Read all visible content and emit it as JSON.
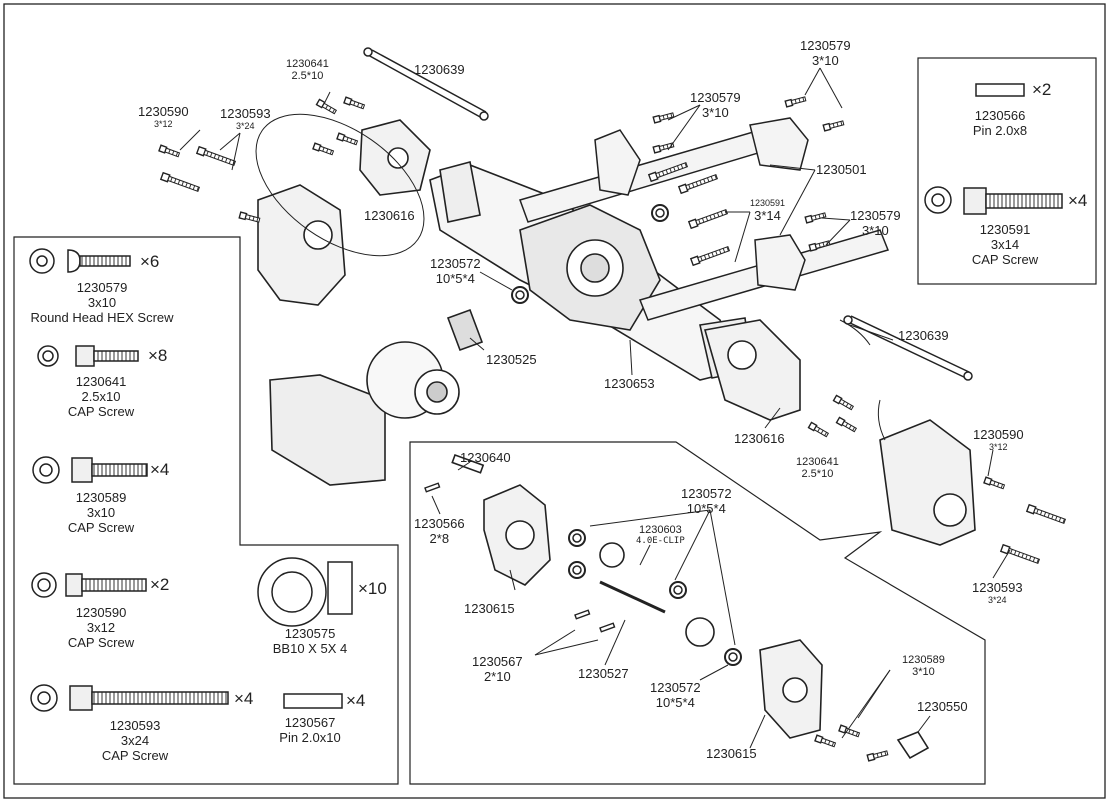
{
  "parts": {
    "p1230639_top": {
      "num": "1230639"
    },
    "p1230641_top": {
      "num": "1230641",
      "size": "2.5*10"
    },
    "p1230590_top": {
      "num": "1230590",
      "size": "3*12"
    },
    "p1230593_top": {
      "num": "1230593",
      "size": "3*24"
    },
    "p1230616_top": {
      "num": "1230616"
    },
    "p1230579_a": {
      "num": "1230579",
      "size": "3*10"
    },
    "p1230579_b": {
      "num": "1230579",
      "size": "3*10"
    },
    "p1230579_c": {
      "num": "1230579",
      "size": "3*10"
    },
    "p1230501": {
      "num": "1230501"
    },
    "p1230591": {
      "num": "1230591",
      "size": "3*14"
    },
    "p1230572_top": {
      "num": "1230572",
      "size": "10*5*4"
    },
    "p1230525": {
      "num": "1230525"
    },
    "p1230653": {
      "num": "1230653"
    },
    "p1230639_right": {
      "num": "1230639"
    },
    "p1230616_right": {
      "num": "1230616"
    },
    "p1230641_right": {
      "num": "1230641",
      "size": "2.5*10"
    },
    "p1230590_right": {
      "num": "1230590",
      "size": "3*12"
    },
    "p1230593_right": {
      "num": "1230593",
      "size": "3*24"
    },
    "p1230640": {
      "num": "1230640"
    },
    "p1230566_gb": {
      "num": "1230566",
      "size": "2*8"
    },
    "p1230572_gb1": {
      "num": "1230572",
      "size": "10*5*4"
    },
    "p1230603": {
      "num": "1230603",
      "size": "4.0E-CLIP"
    },
    "p1230615_a": {
      "num": "1230615"
    },
    "p1230567_gb": {
      "num": "1230567",
      "size": "2*10"
    },
    "p1230527": {
      "num": "1230527"
    },
    "p1230572_gb2": {
      "num": "1230572",
      "size": "10*5*4"
    },
    "p1230615_b": {
      "num": "1230615"
    },
    "p1230589_gb": {
      "num": "1230589",
      "size": "3*10"
    },
    "p1230550": {
      "num": "1230550"
    }
  },
  "legend_left": [
    {
      "qty": "×6",
      "num": "1230579",
      "size": "3x10",
      "desc": "Round Head HEX Screw"
    },
    {
      "qty": "×8",
      "num": "1230641",
      "size": "2.5x10",
      "desc": "CAP Screw"
    },
    {
      "qty": "×4",
      "num": "1230589",
      "size": "3x10",
      "desc": "CAP Screw"
    },
    {
      "qty": "×2",
      "num": "1230590",
      "size": "3x12",
      "desc": "CAP Screw"
    },
    {
      "qty": "×4",
      "num": "1230593",
      "size": "3x24",
      "desc": "CAP Screw"
    }
  ],
  "legend_mid": [
    {
      "qty": "×10",
      "num": "1230575",
      "desc": "BB10 X 5X 4"
    },
    {
      "qty": "×4",
      "num": "1230567",
      "desc": "Pin 2.0x10"
    }
  ],
  "legend_right": [
    {
      "qty": "×2",
      "num": "1230566",
      "desc": "Pin 2.0x8"
    },
    {
      "qty": "×4",
      "num": "1230591",
      "size": "3x14",
      "desc": "CAP Screw"
    }
  ]
}
